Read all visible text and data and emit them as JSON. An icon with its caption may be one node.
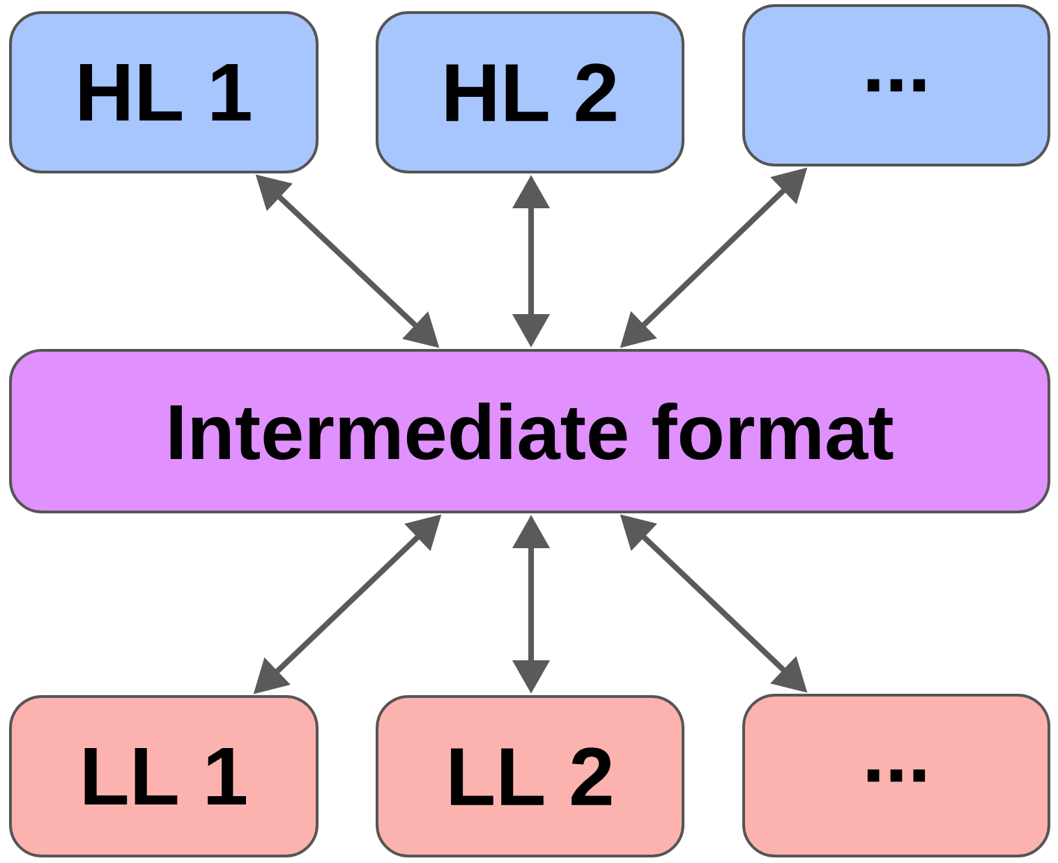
{
  "diagram": {
    "nodes": [
      {
        "text": [
          "HL 1"
        ]
      },
      {
        "text": [
          "HL 2"
        ]
      },
      {
        "text": [
          "..."
        ]
      },
      {
        "text": [
          "Intermediate format"
        ]
      },
      {
        "text": [
          "LL 1"
        ]
      },
      {
        "text": [
          "LL 2"
        ]
      },
      {
        "text": [
          "..."
        ]
      }
    ],
    "edges": [
      {
        "from": 0,
        "to": 3,
        "arrow": "both"
      },
      {
        "from": 1,
        "to": 3,
        "arrow": "both"
      },
      {
        "from": 2,
        "to": 3,
        "arrow": "both"
      },
      {
        "from": 3,
        "to": 4,
        "arrow": "both"
      },
      {
        "from": 3,
        "to": 5,
        "arrow": "both"
      },
      {
        "from": 3,
        "to": 6,
        "arrow": "both"
      }
    ]
  }
}
